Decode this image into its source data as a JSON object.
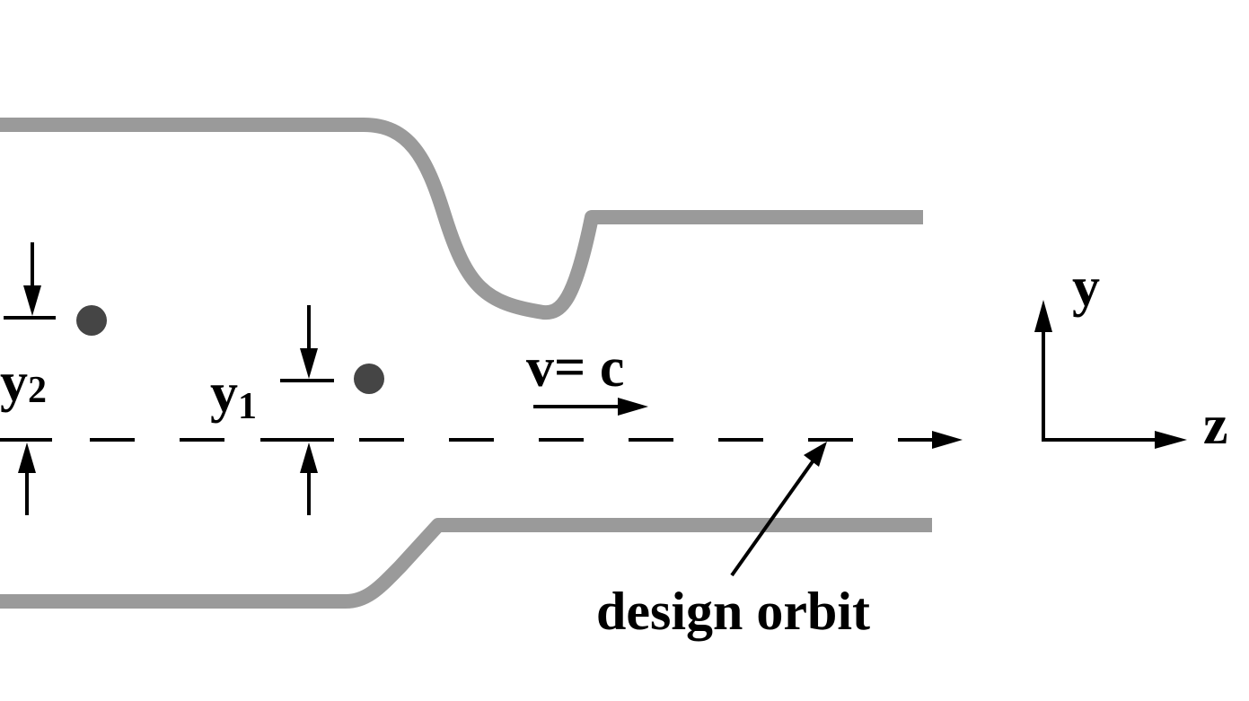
{
  "labels": {
    "y2_main": "y",
    "y2_sub": "2",
    "y1_main": "y",
    "y1_sub": "1",
    "velocity": "v= c",
    "axis_y": "y",
    "axis_z": "z",
    "design_orbit": "design orbit"
  },
  "colors": {
    "wall": "#9a9a9a",
    "particle": "#454545",
    "ink": "#000000"
  }
}
